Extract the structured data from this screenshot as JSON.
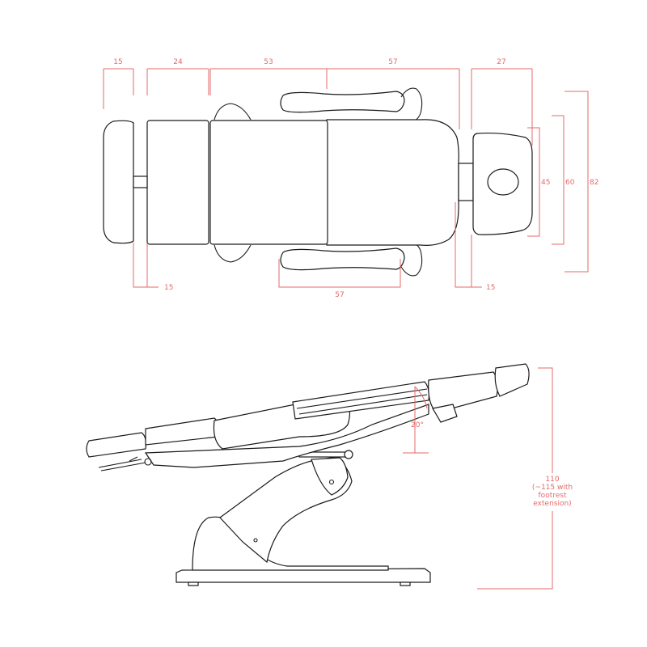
{
  "top_view": {
    "dimensions": {
      "footrest_length": "15",
      "leg_section_length": "24",
      "seat_length": "53",
      "backrest_length": "57",
      "headrest_length": "27",
      "gap_foot": "15",
      "armrest_length": "57",
      "gap_head": "15",
      "headrest_width": "45",
      "seat_width": "60",
      "overall_width": "82"
    }
  },
  "side_view": {
    "angle_label": "20°",
    "height_label": "110",
    "height_note_line1": "(~115 with",
    "height_note_line2": "footrest",
    "height_note_line3": "extension)"
  },
  "colors": {
    "dimension": "#e46a6a",
    "outline": "#1a1a1a"
  }
}
